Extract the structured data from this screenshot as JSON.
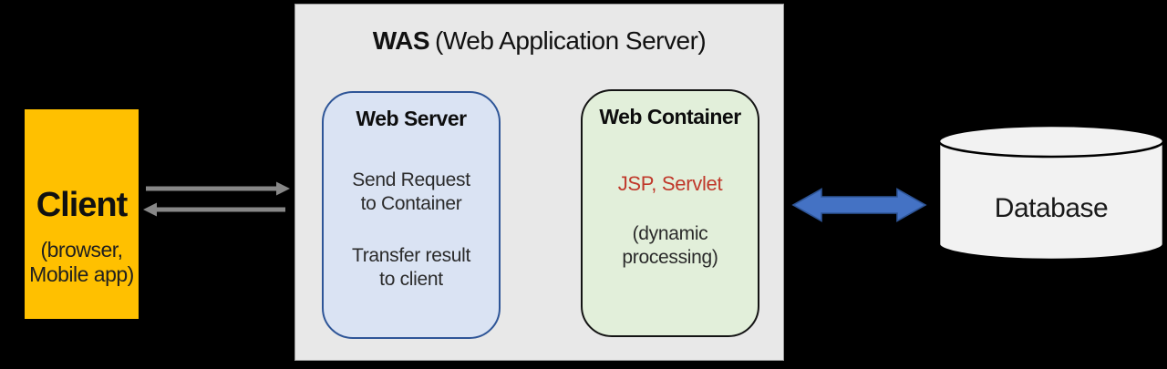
{
  "client": {
    "title": "Client",
    "subtitle_line1": "(browser,",
    "subtitle_line2": "Mobile app)",
    "fill": "#FFC000"
  },
  "was": {
    "title_bold": "WAS",
    "title_rest": "(Web Application Server)",
    "fill": "#e8e8e8"
  },
  "web_server": {
    "title": "Web Server",
    "body1_line1": "Send Request",
    "body1_line2": "to Container",
    "body2_line1": "Transfer result",
    "body2_line2": "to client",
    "fill": "#dae3f3",
    "border_color": "#2e5597"
  },
  "web_container": {
    "title": "Web Container",
    "tech": "JSP, Servlet",
    "tech_color": "#c0392b",
    "note_line1": "(dynamic",
    "note_line2": "processing)",
    "fill": "#e2efda"
  },
  "database": {
    "label": "Database",
    "fill": "#f2f2f2",
    "stroke": "#000000"
  },
  "arrows": {
    "client_was_color": "#878787",
    "server_container_color": "#7f7f7f",
    "db_fill": "#4472c4",
    "db_stroke": "#2e5597"
  }
}
